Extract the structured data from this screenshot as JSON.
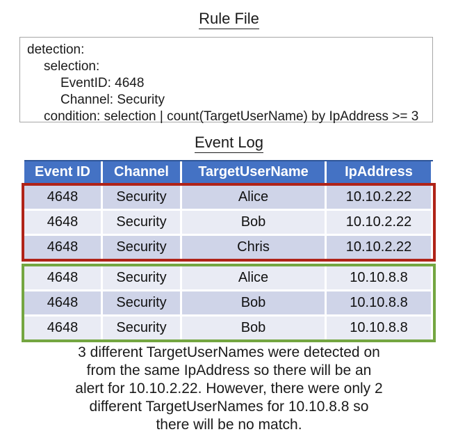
{
  "rule_file": {
    "title": "Rule File",
    "lines": [
      {
        "indent": 0,
        "text": "detection:"
      },
      {
        "indent": 1,
        "text": "selection:"
      },
      {
        "indent": 2,
        "text": "EventID: 4648"
      },
      {
        "indent": 2,
        "text": "Channel: Security"
      },
      {
        "indent": 1,
        "text": "condition: selection | count(TargetUserName) by IpAddress >= 3"
      }
    ]
  },
  "event_log": {
    "title": "Event Log",
    "headers": [
      "Event ID",
      "Channel",
      "TargetUserName",
      "IpAddress"
    ],
    "rows": [
      [
        "4648",
        "Security",
        "Alice",
        "10.10.2.22"
      ],
      [
        "4648",
        "Security",
        "Bob",
        "10.10.2.22"
      ],
      [
        "4648",
        "Security",
        "Chris",
        "10.10.2.22"
      ],
      [
        "4648",
        "Security",
        "Alice",
        "10.10.8.8"
      ],
      [
        "4648",
        "Security",
        "Bob",
        "10.10.8.8"
      ],
      [
        "4648",
        "Security",
        "Bob",
        "10.10.8.8"
      ]
    ]
  },
  "caption": {
    "lines": [
      "3 different TargetUserNames were detected on",
      "from the same IpAddress so there will be an",
      "alert for 10.10.2.22. However, there were only 2",
      "different TargetUserNames for 10.10.8.8 so",
      "there will be no match."
    ]
  },
  "colors": {
    "header_blue": "#4472C4",
    "band_dark": "#CFD4E8",
    "band_light": "#E9EBF4",
    "alert_border": "#B02318",
    "nomatch_border": "#74A641",
    "box_border": "#A6A6A6",
    "header_edge": "#2F5597"
  }
}
